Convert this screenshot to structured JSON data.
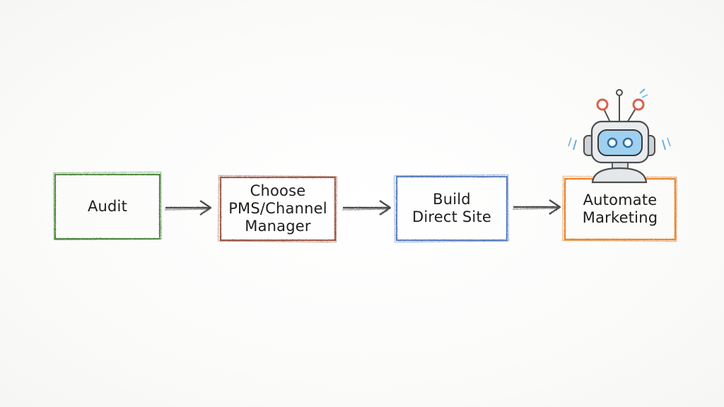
{
  "diagram": {
    "steps": [
      {
        "id": "audit",
        "label": "Audit",
        "color": "#4f8a42"
      },
      {
        "id": "choose-pms",
        "label": "Choose\nPMS/Channel\nManager",
        "color": "#9a5a48"
      },
      {
        "id": "build-site",
        "label": "Build\nDirect Site",
        "color": "#5a7fbf"
      },
      {
        "id": "automate-marketing",
        "label": "Automate\nMarketing",
        "color": "#e8862f"
      }
    ],
    "arrow_color": "#4a4a4a",
    "robot": {
      "icon": "robot-icon",
      "antenna_color": "#d9614a",
      "visor_color": "#9fd0f0",
      "body_color": "#4d4d4d"
    }
  }
}
